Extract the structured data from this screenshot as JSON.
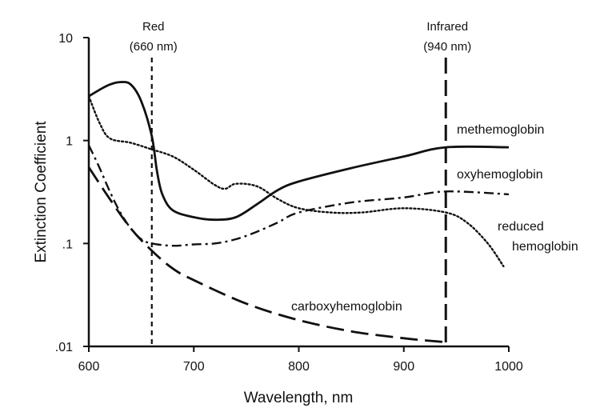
{
  "chart_data": {
    "type": "line",
    "title": "",
    "xlabel": "Wavelength, nm",
    "ylabel": "Extinction Coefficient",
    "xlim": [
      600,
      1000
    ],
    "ylim": [
      0.01,
      10
    ],
    "yscale": "log",
    "grid": false,
    "legend": "none (series labeled directly on the curves)",
    "x_ticks": [
      {
        "value": 600,
        "label": "600"
      },
      {
        "value": 700,
        "label": "700"
      },
      {
        "value": 800,
        "label": "800"
      },
      {
        "value": 900,
        "label": "900"
      },
      {
        "value": 1000,
        "label": "1000"
      }
    ],
    "y_ticks": [
      {
        "value": 0.01,
        "label": ".01"
      },
      {
        "value": 0.1,
        "label": ".1"
      },
      {
        "value": 1,
        "label": "1"
      },
      {
        "value": 10,
        "label": "10"
      }
    ],
    "reference_lines": [
      {
        "x": 660,
        "label_line1": "Red",
        "label_line2": "(660 nm)",
        "style": "short-dash"
      },
      {
        "x": 940,
        "label_line1": "Infrared",
        "label_line2": "(940 nm)",
        "style": "long-dash"
      }
    ],
    "series": [
      {
        "name": "methemoglobin",
        "style": "solid",
        "points": [
          [
            600,
            2.7
          ],
          [
            610,
            3.1
          ],
          [
            620,
            3.5
          ],
          [
            630,
            3.7
          ],
          [
            640,
            3.5
          ],
          [
            650,
            2.4
          ],
          [
            660,
            1.1
          ],
          [
            665,
            0.5
          ],
          [
            670,
            0.3
          ],
          [
            680,
            0.21
          ],
          [
            700,
            0.18
          ],
          [
            720,
            0.17
          ],
          [
            740,
            0.18
          ],
          [
            760,
            0.24
          ],
          [
            780,
            0.33
          ],
          [
            800,
            0.4
          ],
          [
            850,
            0.54
          ],
          [
            900,
            0.7
          ],
          [
            940,
            0.86
          ],
          [
            1000,
            0.86
          ]
        ]
      },
      {
        "name": "oxyhemoglobin",
        "style": "dash-dot",
        "points": [
          [
            600,
            0.9
          ],
          [
            610,
            0.55
          ],
          [
            620,
            0.32
          ],
          [
            630,
            0.2
          ],
          [
            640,
            0.14
          ],
          [
            650,
            0.11
          ],
          [
            660,
            0.1
          ],
          [
            680,
            0.095
          ],
          [
            700,
            0.098
          ],
          [
            720,
            0.1
          ],
          [
            740,
            0.11
          ],
          [
            760,
            0.13
          ],
          [
            780,
            0.16
          ],
          [
            800,
            0.2
          ],
          [
            850,
            0.25
          ],
          [
            900,
            0.28
          ],
          [
            940,
            0.32
          ],
          [
            1000,
            0.3
          ]
        ]
      },
      {
        "name": "reduced hemoglobin",
        "style": "dotted",
        "points": [
          [
            600,
            2.7
          ],
          [
            610,
            1.5
          ],
          [
            620,
            1.05
          ],
          [
            640,
            0.95
          ],
          [
            660,
            0.82
          ],
          [
            680,
            0.7
          ],
          [
            700,
            0.52
          ],
          [
            720,
            0.37
          ],
          [
            730,
            0.34
          ],
          [
            740,
            0.38
          ],
          [
            760,
            0.36
          ],
          [
            780,
            0.27
          ],
          [
            800,
            0.22
          ],
          [
            830,
            0.2
          ],
          [
            860,
            0.2
          ],
          [
            900,
            0.22
          ],
          [
            940,
            0.2
          ],
          [
            960,
            0.16
          ],
          [
            980,
            0.1
          ],
          [
            995,
            0.06
          ]
        ]
      },
      {
        "name": "carboxyhemoglobin",
        "style": "long-dash",
        "points": [
          [
            600,
            0.55
          ],
          [
            620,
            0.27
          ],
          [
            640,
            0.14
          ],
          [
            660,
            0.085
          ],
          [
            680,
            0.057
          ],
          [
            700,
            0.044
          ],
          [
            750,
            0.026
          ],
          [
            800,
            0.018
          ],
          [
            850,
            0.014
          ],
          [
            900,
            0.012
          ],
          [
            940,
            0.011
          ]
        ]
      }
    ],
    "series_labels": {
      "methemoglobin": "methemoglobin",
      "oxyhemoglobin": "oxyhemoglobin",
      "reduced_line1": "reduced",
      "reduced_line2": "hemoglobin",
      "carboxyhemoglobin": "carboxyhemoglobin"
    }
  }
}
